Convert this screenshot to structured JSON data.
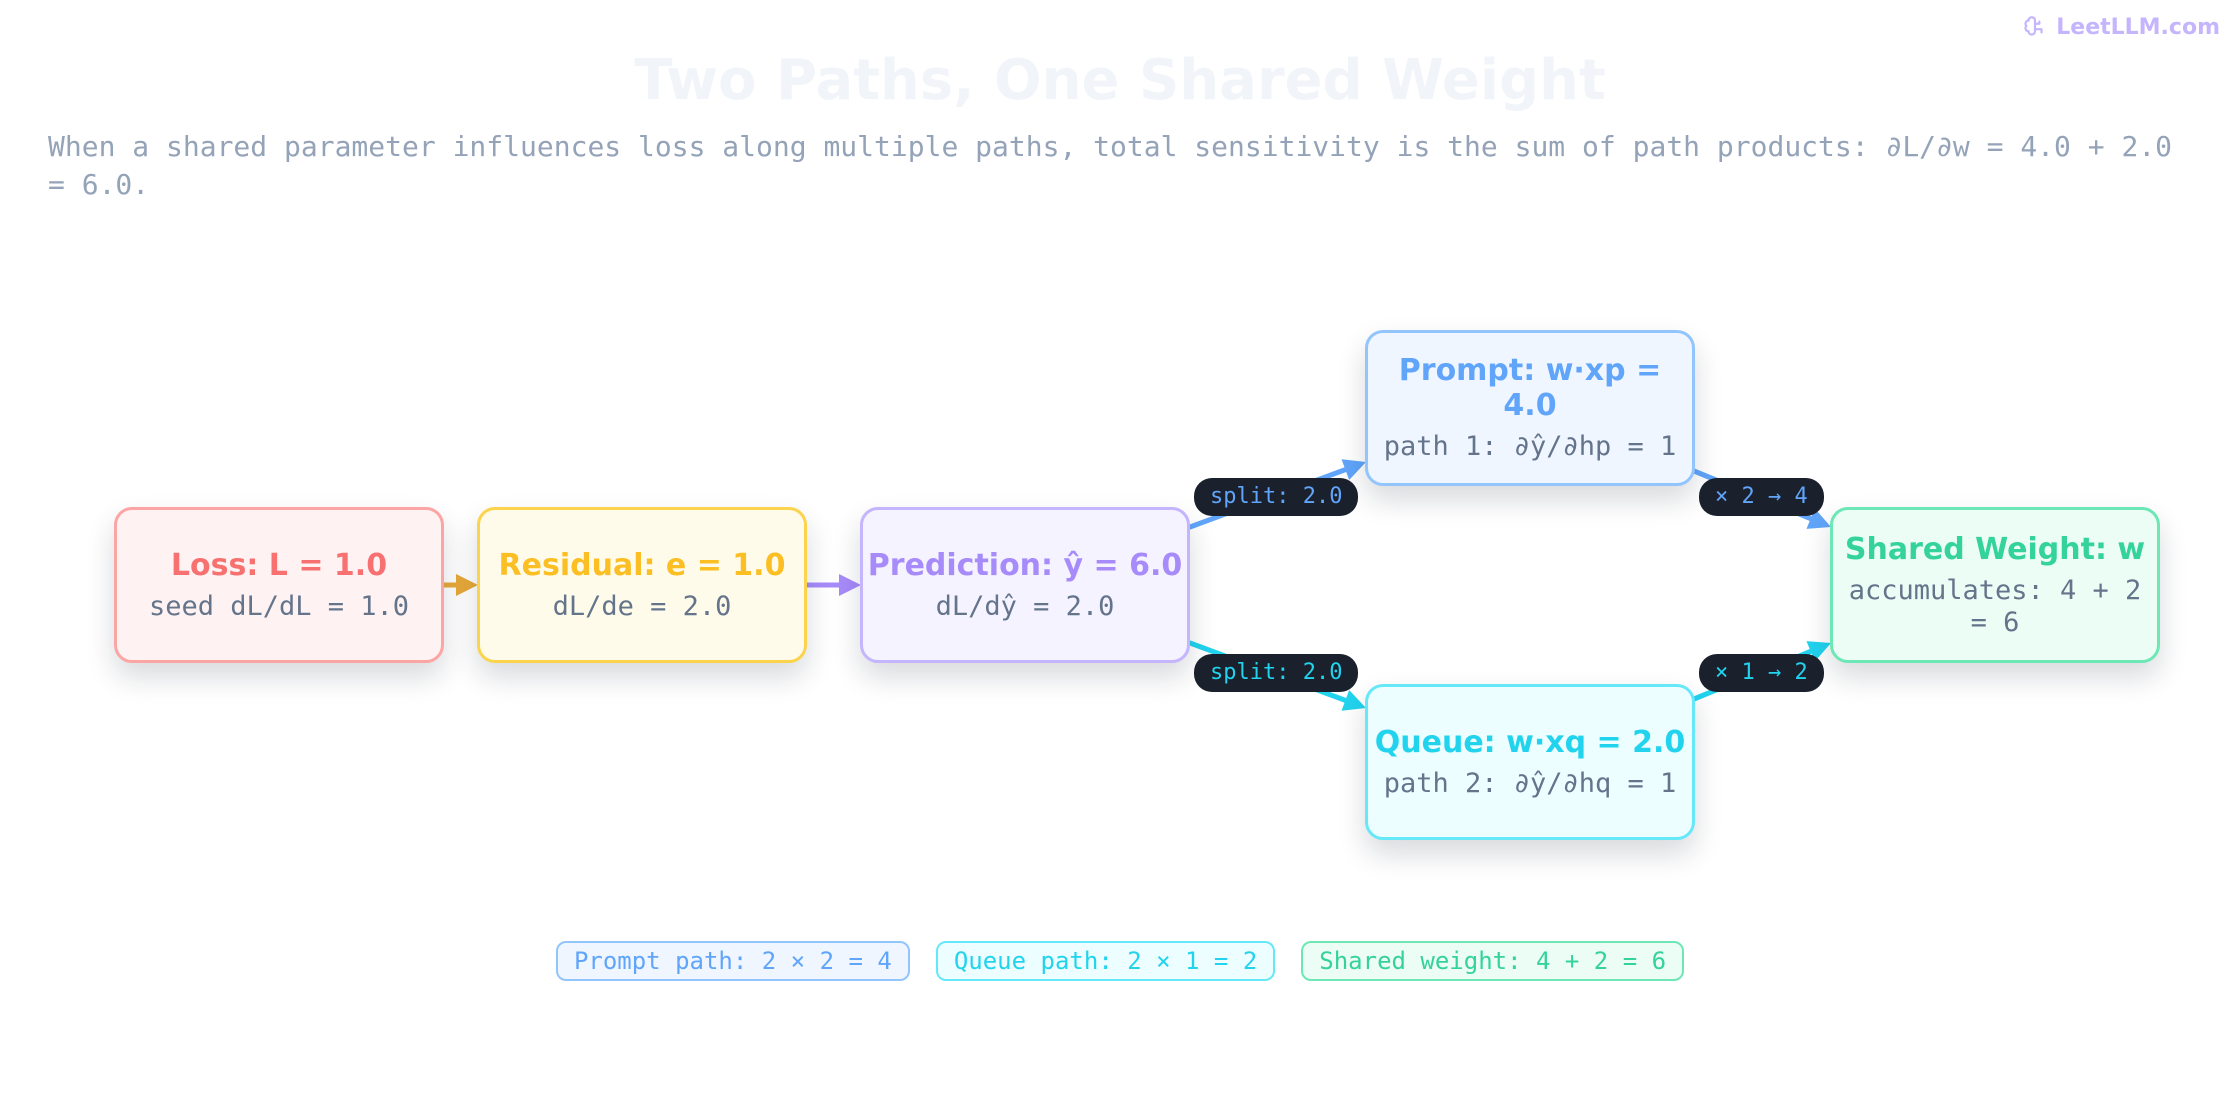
{
  "brand": {
    "text": "LeetLLM.com",
    "icon": "brain-icon"
  },
  "title": "Two Paths, One Shared Weight",
  "subtitle": "When a shared parameter influences loss along multiple paths, total sensitivity is the sum of path products: ∂L/∂w = 4.0 + 2.0 = 6.0.",
  "nodes": {
    "loss": {
      "title": "Loss: L = 1.0",
      "sub": "seed dL/dL = 1.0",
      "color": "#f87171",
      "bg": "#fef2f2",
      "border": "#fca5a5"
    },
    "residual": {
      "title": "Residual: e = 1.0",
      "sub": "dL/de = 2.0",
      "color": "#fbbf24",
      "bg": "#fffbeb",
      "border": "#fcd34d"
    },
    "prediction": {
      "title": "Prediction: ŷ = 6.0",
      "sub": "dL/dŷ = 2.0",
      "color": "#a78bfa",
      "bg": "#f5f3ff",
      "border": "#c4b5fd"
    },
    "prompt": {
      "title": "Prompt: w·xp = 4.0",
      "sub": "path 1: ∂ŷ/∂hp = 1",
      "color": "#60a5fa",
      "bg": "#eff6ff",
      "border": "#93c5fd"
    },
    "queue": {
      "title": "Queue: w·xq = 2.0",
      "sub": "path 2: ∂ŷ/∂hq = 1",
      "color": "#22d3ee",
      "bg": "#ecfeff",
      "border": "#67e8f9"
    },
    "weight": {
      "title": "Shared Weight: w",
      "sub": "accumulates: 4 + 2 = 6",
      "color": "#34d399",
      "bg": "#ecfdf5",
      "border": "#6ee7b7"
    }
  },
  "edges": {
    "split_prompt": "split: 2.0",
    "split_queue": "split: 2.0",
    "prompt_to_weight": "× 2 → 4",
    "queue_to_weight": "× 1 → 2",
    "colors": {
      "loss_residual": "#e8a93a",
      "residual_prediction": "#a78bfa",
      "prompt": "#60a5fa",
      "queue": "#22d3ee"
    }
  },
  "legend": {
    "prompt": "Prompt path: 2 × 2 = 4",
    "queue": "Queue path: 2 × 1 = 2",
    "weight": "Shared weight: 4 + 2 = 6"
  }
}
